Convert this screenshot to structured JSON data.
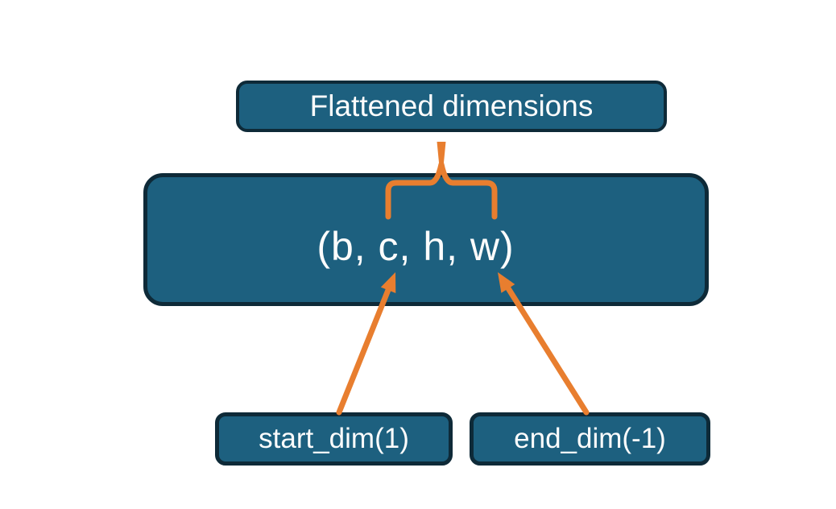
{
  "diagram": {
    "background": "#FFFFFF",
    "colors": {
      "box_fill": "#1D607F",
      "box_border": "#0E2A38",
      "accent_orange": "#E87E2F",
      "text": "#FCFCFC"
    },
    "title_box": {
      "label": "Flattened dimensions"
    },
    "tensor_box": {
      "label": "(b, c, h, w)"
    },
    "start_dim_box": {
      "label": "start_dim(1)"
    },
    "end_dim_box": {
      "label": "end_dim(-1)"
    },
    "connectors": {
      "brace": "orange upward brace grouping dims c, h, w under Flattened dimensions",
      "left_arrow": "orange arrow from start_dim(1) box pointing at dim after b",
      "right_arrow": "orange arrow from end_dim(-1) box pointing at dim w"
    }
  }
}
